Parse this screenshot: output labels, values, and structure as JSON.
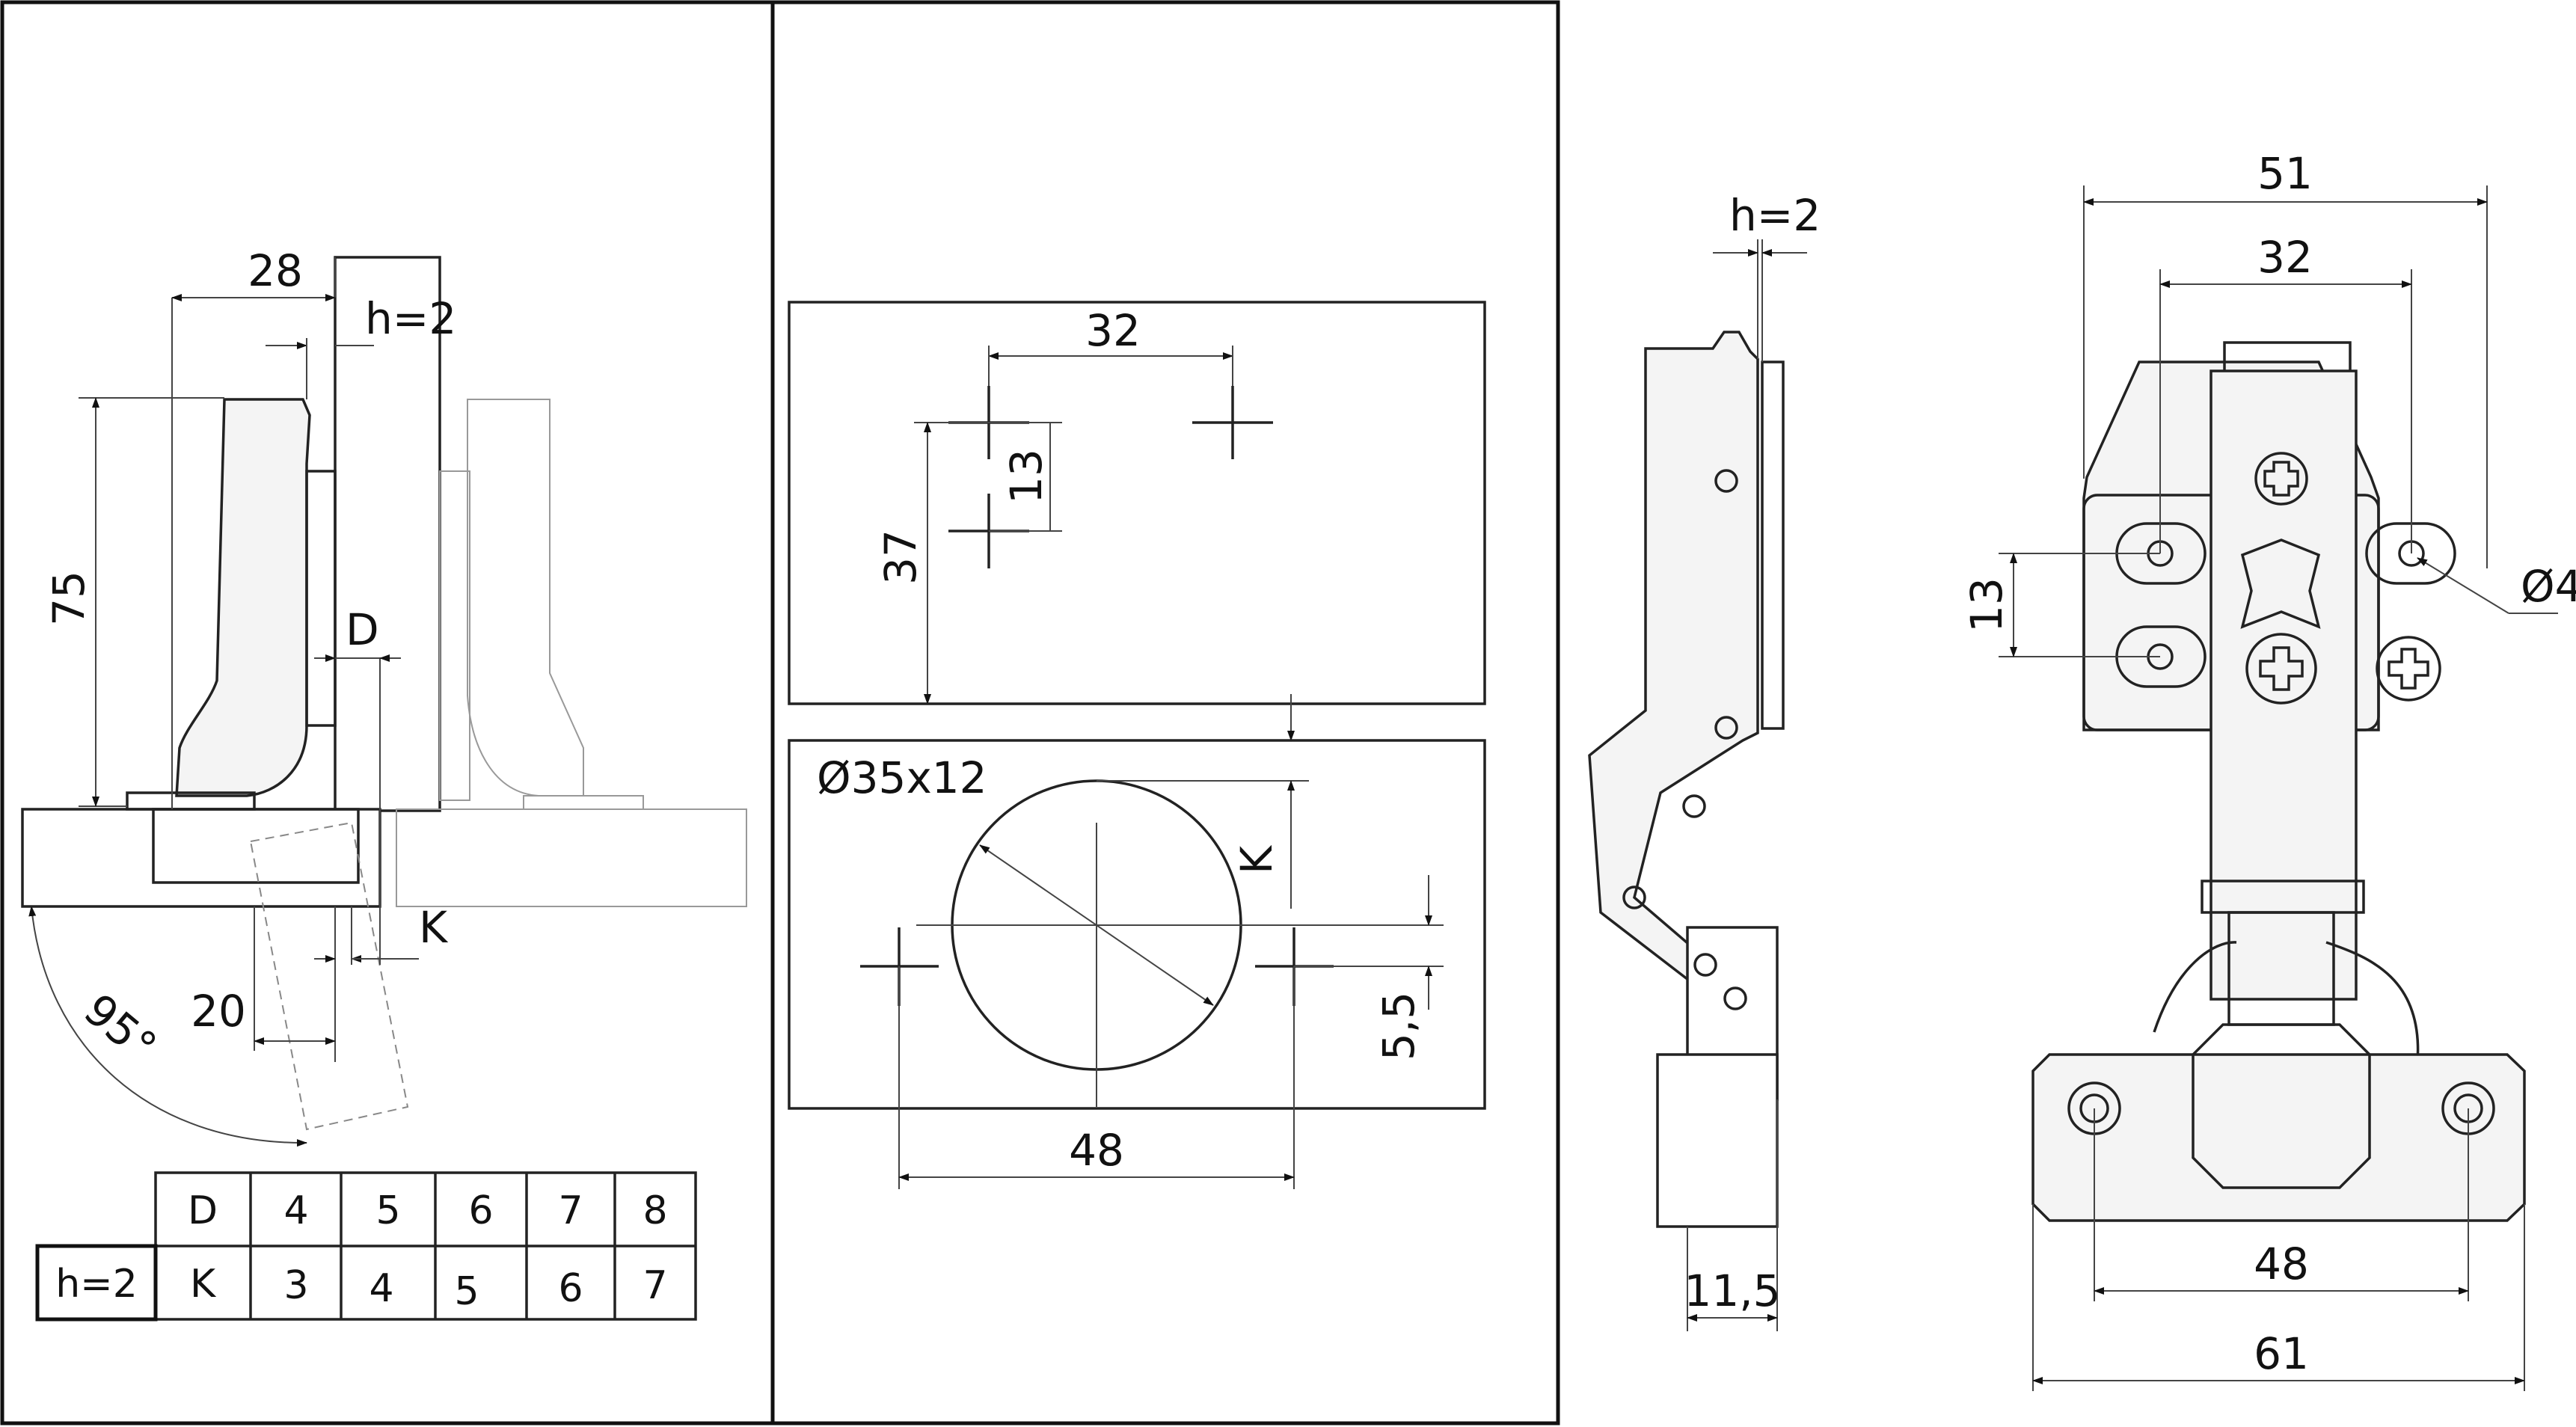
{
  "section_view": {
    "dim_width": "28",
    "dim_h": "h=2",
    "dim_height": "75",
    "dim_d": "D",
    "dim_k": "K",
    "dim_offset": "20",
    "dim_angle": "95°"
  },
  "dk_table": {
    "row_label": "h=2",
    "rows": [
      {
        "key": "D",
        "values": [
          "4",
          "5",
          "6",
          "7",
          "8"
        ]
      },
      {
        "key": "K",
        "values": [
          "3",
          "4",
          "5",
          "6",
          "7"
        ]
      }
    ]
  },
  "drilling_view": {
    "dim_hole_spacing": "32",
    "dim_hole_pitch": "13",
    "dim_plate_offset": "37",
    "dim_cup": "Ø35x12",
    "dim_k": "K",
    "dim_cup_offset": "5,5",
    "dim_screw_spacing": "48"
  },
  "side_view": {
    "dim_h": "h=2",
    "dim_depth": "11,5"
  },
  "front_view": {
    "dim_overall_width": "51",
    "dim_plate_holes": "32",
    "dim_slot_pitch": "13",
    "dim_hole_diameter": "Ø4",
    "dim_cup_screws": "48",
    "dim_cup_plate_width": "61"
  }
}
